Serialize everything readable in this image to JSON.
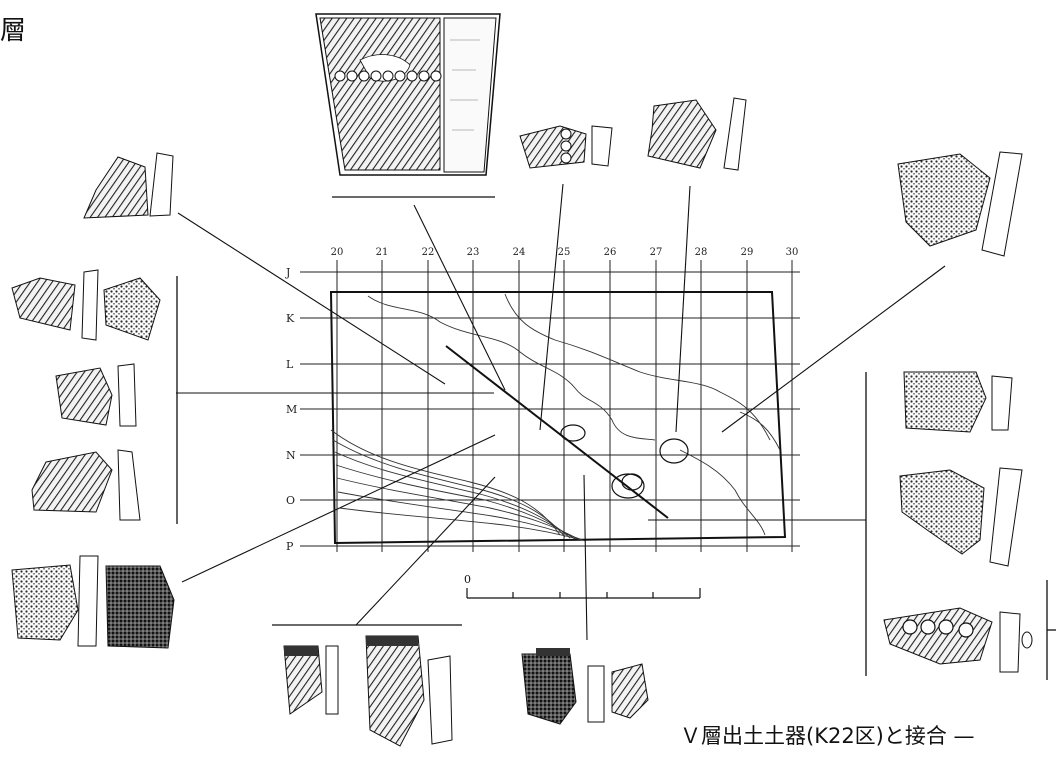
{
  "figure": {
    "corner_label": "層",
    "caption": "Ｖ層出土土器(K22区)と接合 —",
    "scale_zero": "0",
    "grid": {
      "columns": [
        "20",
        "21",
        "22",
        "23",
        "24",
        "25",
        "26",
        "27",
        "28",
        "29",
        "30"
      ],
      "rows": [
        "J",
        "K",
        "L",
        "M",
        "N",
        "O",
        "P"
      ]
    },
    "sherds": [
      {
        "id": "vessel-top"
      },
      {
        "id": "sherd-upper-left"
      },
      {
        "id": "sherd-left-group-1"
      },
      {
        "id": "sherd-left-group-2"
      },
      {
        "id": "sherd-left-group-3"
      },
      {
        "id": "sherd-lower-left"
      },
      {
        "id": "sherd-bottom-left"
      },
      {
        "id": "sherd-bottom-mid"
      },
      {
        "id": "sherd-top-mid-1"
      },
      {
        "id": "sherd-top-mid-2"
      },
      {
        "id": "sherd-upper-right"
      },
      {
        "id": "sherd-right-group-1"
      },
      {
        "id": "sherd-right-group-2"
      },
      {
        "id": "sherd-right-group-3"
      }
    ]
  }
}
